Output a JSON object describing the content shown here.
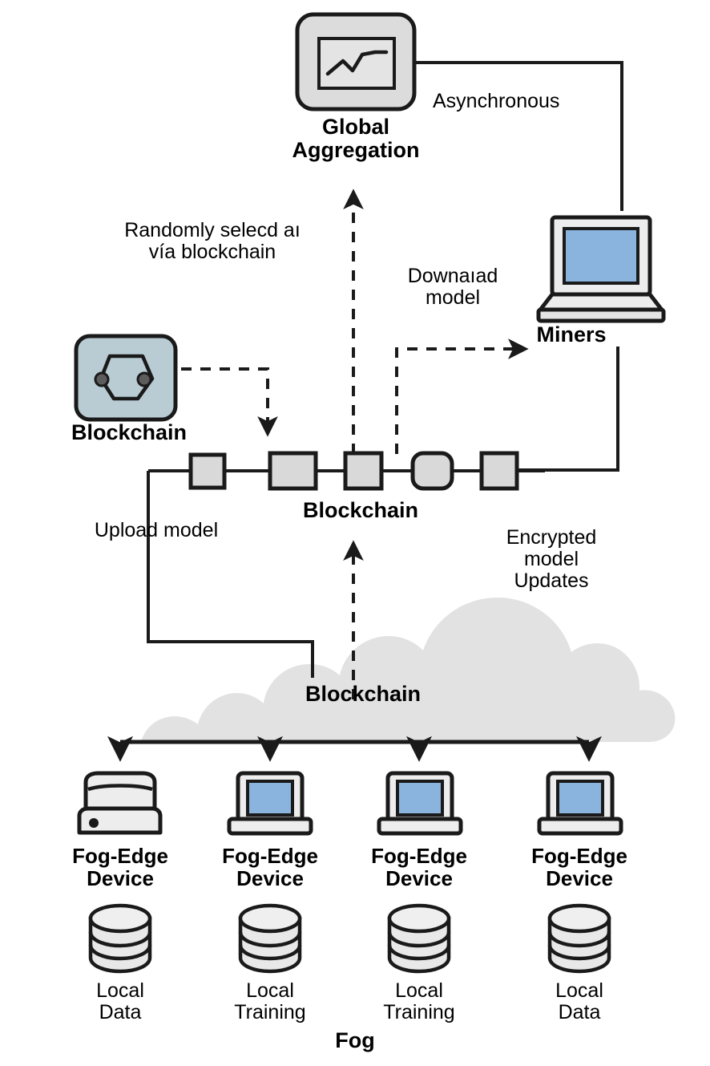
{
  "diagram": {
    "title_nodes": {
      "global_aggregation": "Global\nAggregation",
      "miners": "Miners",
      "blockchain_icon": "Blockchain",
      "blockchain_chain": "Blockchain",
      "blockchain_cloud": "Blockchain",
      "fog": "Fog"
    },
    "edge_labels": {
      "asynchronous": "Asynchronous",
      "randomly_selected": "Randomly selecd aı\nvía blockchain",
      "download_model": "Downaıad\nmodel",
      "upload_model": "Upload model",
      "encrypted_updates": "Encrypted\nmodel\nUpdates"
    },
    "devices": [
      {
        "name": "Fog-Edge\nDevice",
        "icon": "server-icon",
        "store": "Local\nData"
      },
      {
        "name": "Fog-Edge\nDevice",
        "icon": "laptop-icon",
        "store": "Local\nTraining"
      },
      {
        "name": "Fog-Edge\nDevice",
        "icon": "laptop-icon",
        "store": "Local\nTraining"
      },
      {
        "name": "Fog-Edge\nDevice",
        "icon": "laptop-icon",
        "store": "Local\nData"
      }
    ],
    "colors": {
      "stroke": "#1a1a1a",
      "block_fill": "#d9d9d9",
      "icon_fill": "#dcdcdc",
      "blockchain_icon_fill": "#b9ccd4",
      "screen_blue": "#8ab4dd",
      "cloud_fill": "#e2e2e2",
      "device_body": "#ededed"
    }
  }
}
